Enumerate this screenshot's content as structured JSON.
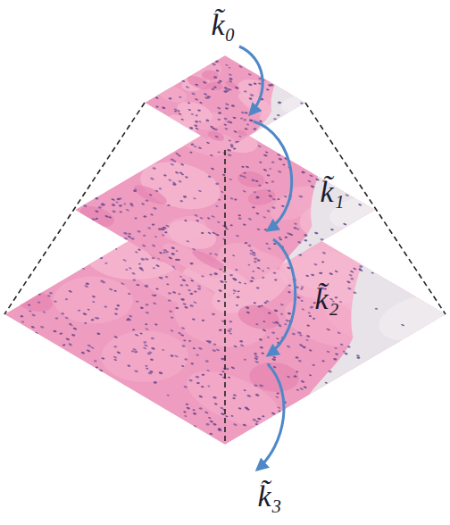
{
  "diagram": {
    "labels": [
      "k̃₀",
      "k̃₁",
      "k̃₂",
      "k̃₃"
    ]
  }
}
